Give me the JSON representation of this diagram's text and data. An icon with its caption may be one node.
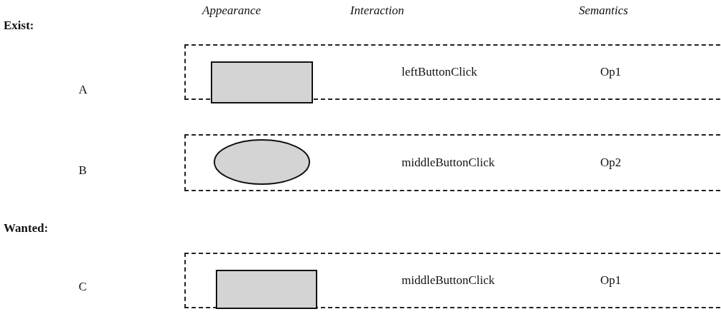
{
  "diagram": {
    "nodes": [
      {
        "text": [
          "leftButtonClick",
          "Op1"
        ]
      },
      {
        "text": [],
        "shape": "box",
        "in": 0
      },
      {
        "text": [
          "middleButtonClick",
          "Op2"
        ]
      },
      {
        "text": [],
        "shape": "ellipse",
        "in": 2
      },
      {
        "text": [
          "middleButtonClick",
          "Op1"
        ]
      },
      {
        "text": [],
        "shape": "box",
        "in": 4
      }
    ],
    "edges": [],
    "labels": [
      "Appearance",
      "Interaction",
      "Semantics",
      "Exist:",
      "A",
      "B",
      "Wanted:",
      "C"
    ]
  }
}
